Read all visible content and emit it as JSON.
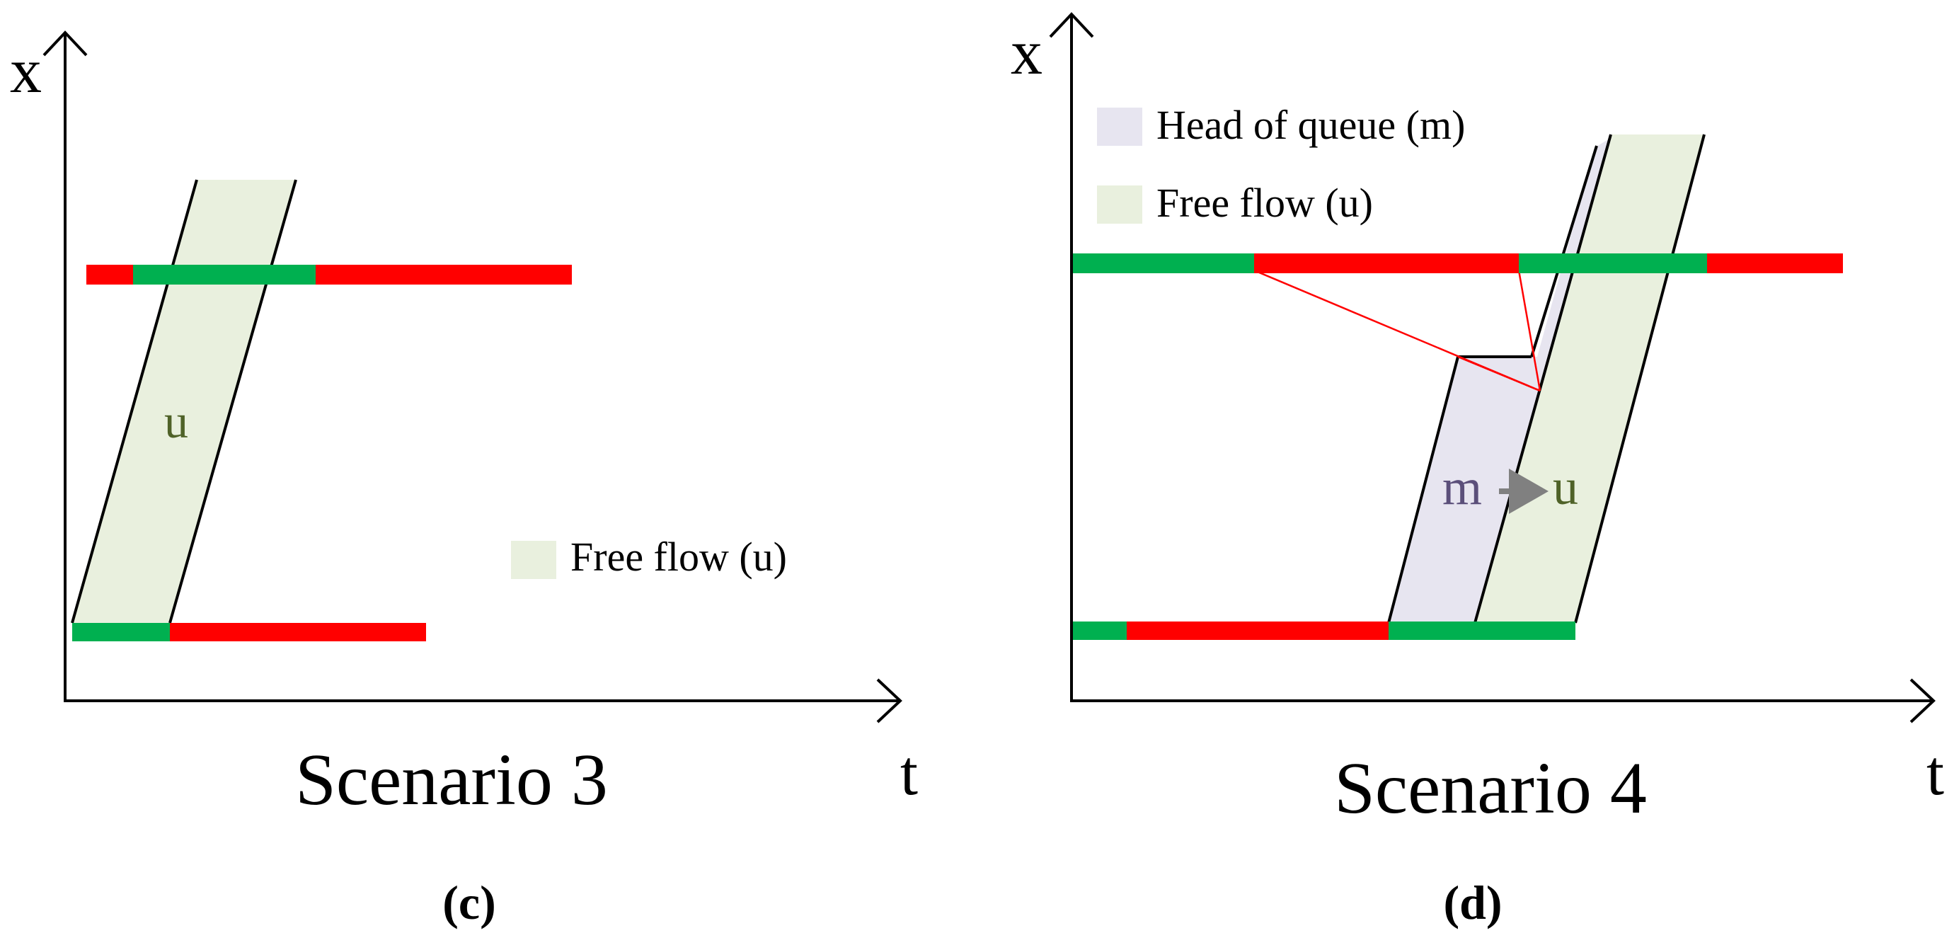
{
  "colors": {
    "green_signal": "#00B050",
    "red_signal": "#FF0000",
    "free_flow_fill": "#E9F0DE",
    "head_queue_fill": "#E7E5F0",
    "u_text": "#4F6228",
    "m_text": "#5B4F7A",
    "arrow_gray": "#808080",
    "axis": "#000000"
  },
  "panel_c": {
    "axis_x_label": "x",
    "axis_t_label": "t",
    "region_label": "u",
    "legend_free_flow": "Free flow (u)",
    "scenario_title": "Scenario 3",
    "caption": "(c)"
  },
  "panel_d": {
    "axis_x_label": "x",
    "axis_t_label": "t",
    "legend_head_of_queue": "Head of queue (m)",
    "legend_free_flow": "Free flow (u)",
    "transition_from": "m",
    "transition_to": "u",
    "transition_arrow_icon": "right-arrow-icon",
    "scenario_title": "Scenario 4",
    "caption": "(d)"
  }
}
